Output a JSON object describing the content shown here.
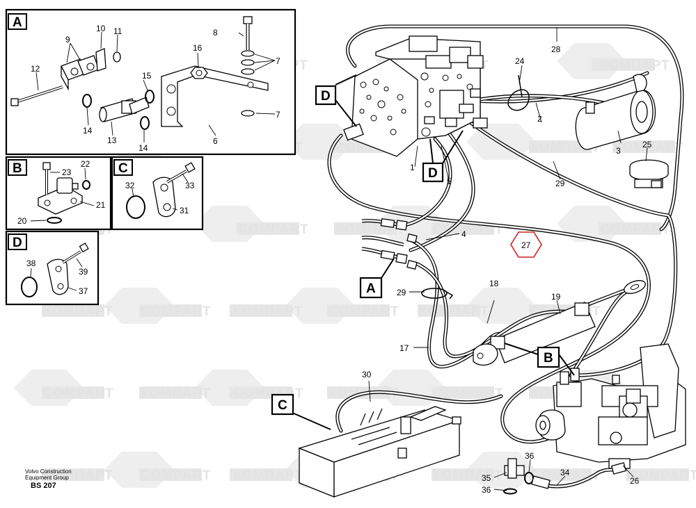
{
  "watermarks": [
    "COMPART",
    "КОМПАРТ"
  ],
  "detail_panels": [
    {
      "label": "A",
      "parts": [
        "6",
        "7",
        "7",
        "8",
        "9",
        "10",
        "11",
        "12",
        "13",
        "14",
        "14",
        "15",
        "16"
      ]
    },
    {
      "label": "B",
      "parts": [
        "20",
        "21",
        "22",
        "23"
      ]
    },
    {
      "label": "C",
      "parts": [
        "31",
        "32",
        "33"
      ]
    },
    {
      "label": "D",
      "parts": [
        "37",
        "38",
        "39"
      ]
    }
  ],
  "callouts": {
    "main_d": "D",
    "main_d2": "D",
    "main_a": "A",
    "main_b": "B",
    "main_c": "C"
  },
  "main_parts": {
    "p1": "1",
    "p2": "2",
    "p3": "3",
    "p4": "4",
    "p5": "5",
    "p17": "17",
    "p18": "18",
    "p19": "19",
    "p24": "24",
    "p25": "25",
    "p26": "26",
    "p27": "27",
    "p28": "28",
    "p29a": "29",
    "p29b": "29",
    "p30": "30",
    "p34": "34",
    "p35": "35",
    "p36a": "36",
    "p36b": "36"
  },
  "caption": {
    "line1": "Volvo Construction",
    "line2": "Equipment Group",
    "code": "BS 207"
  },
  "highlight_color": "#d11f1f"
}
